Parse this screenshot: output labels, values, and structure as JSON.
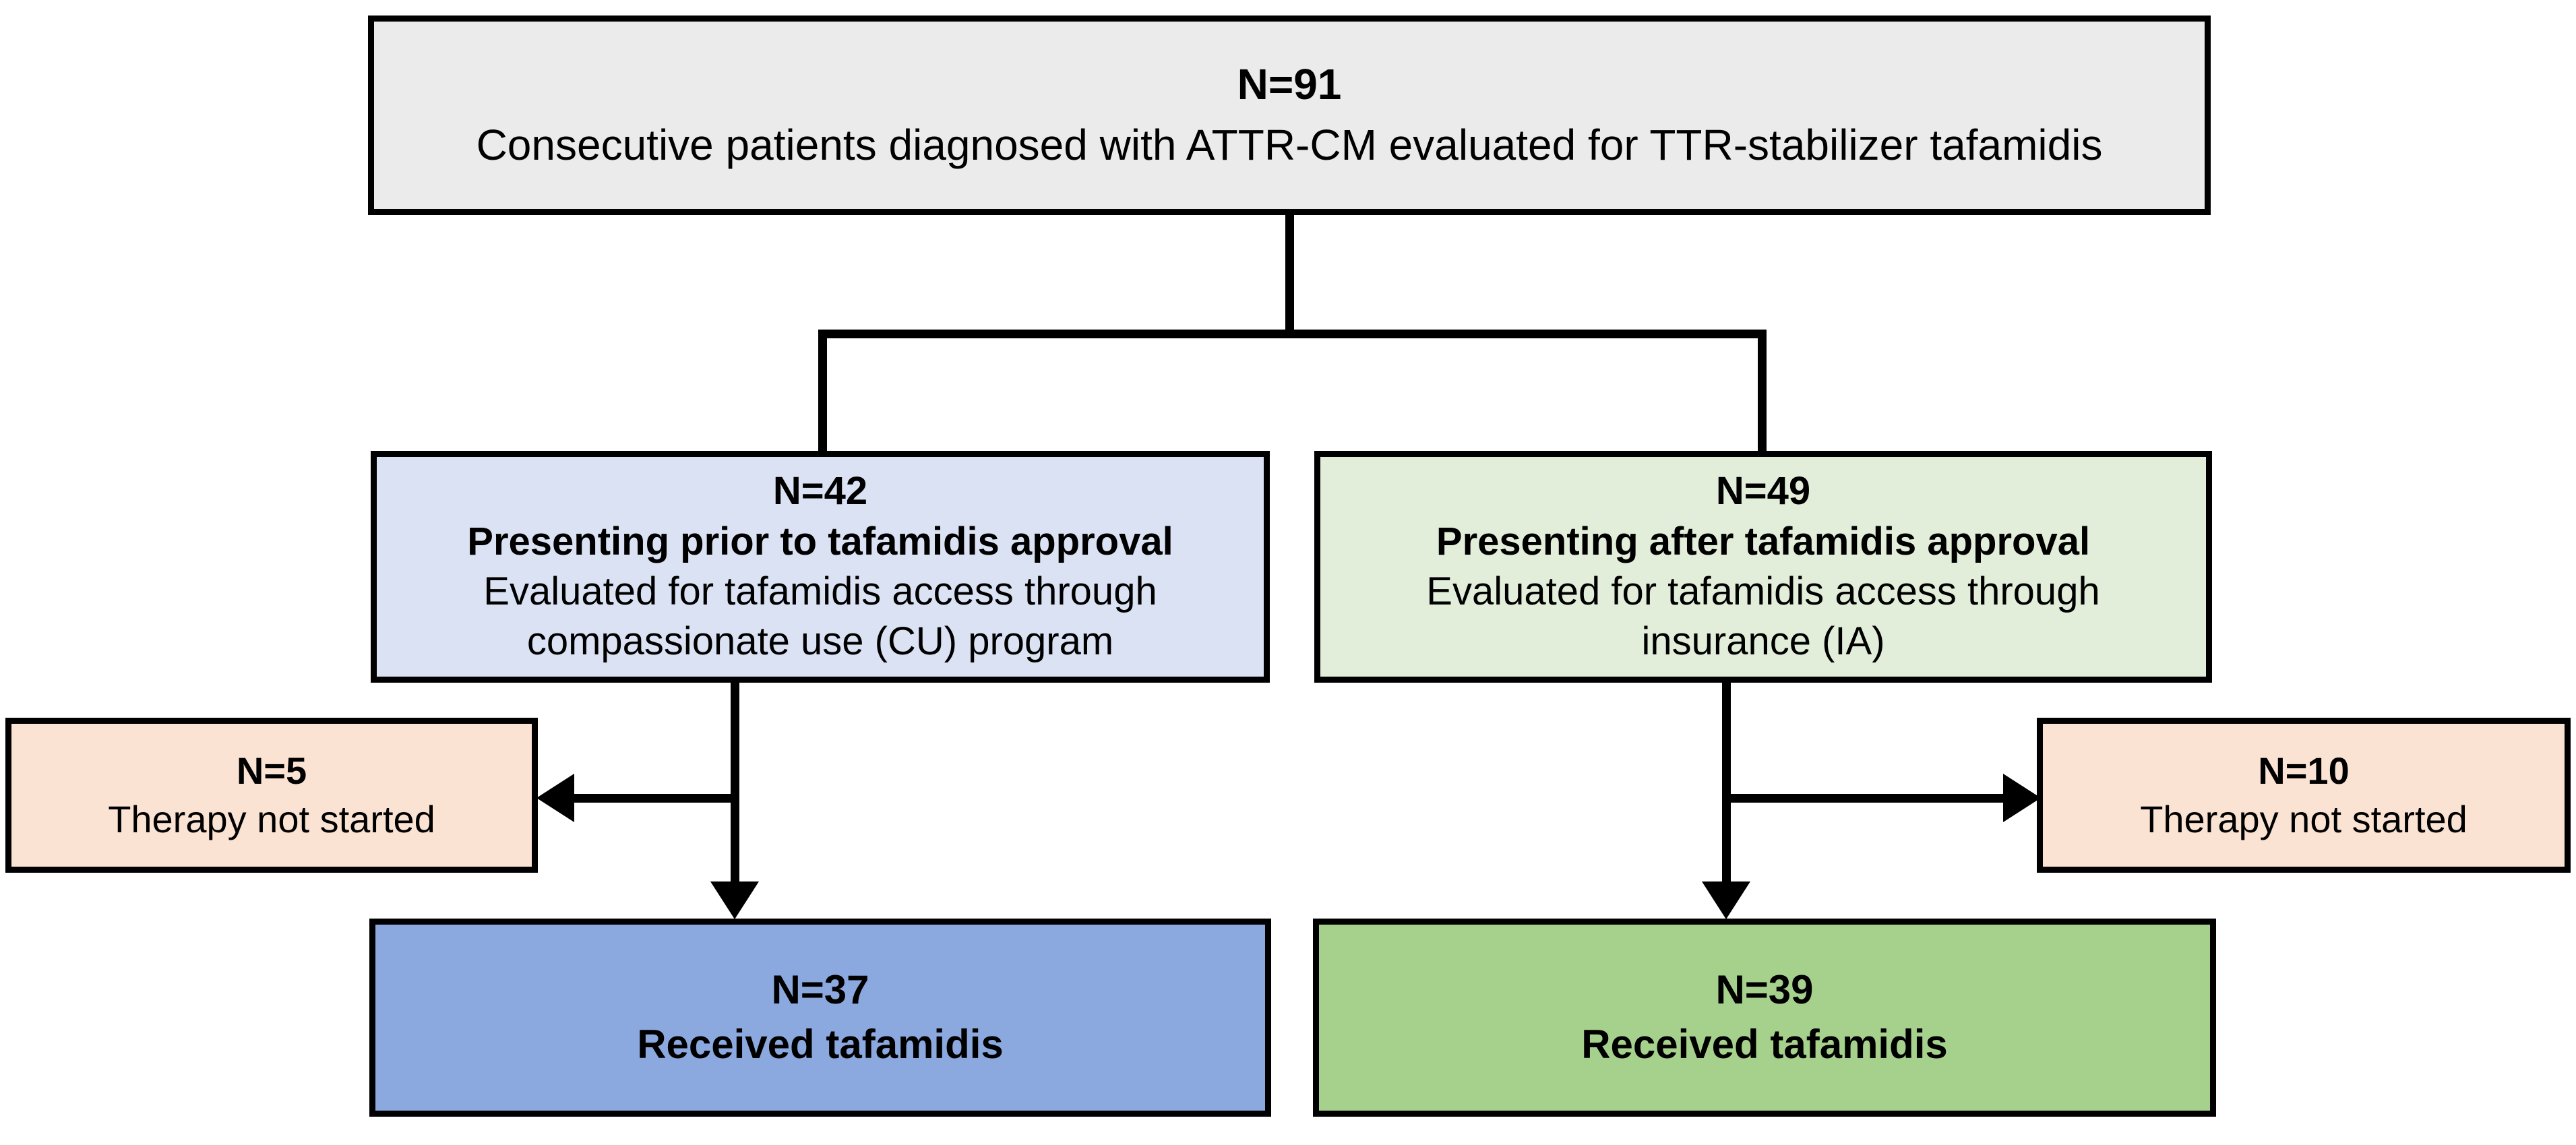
{
  "diagram": {
    "title": "ATTR-CM tafamidis access flow",
    "colors": {
      "cohort_fill": "#ebebeb",
      "prior_fill": "#dbe2f3",
      "after_fill": "#e2eeda",
      "not_started_fill": "#fbe3d4",
      "cu_received_fill": "#8ba8df",
      "ia_received_fill": "#a6d18c",
      "stroke": "#000000",
      "text": "#000000"
    },
    "nodes": {
      "cohort": {
        "count": "N=91",
        "description": "Consecutive patients diagnosed with ATTR-CM evaluated for TTR-stabilizer tafamidis"
      },
      "prior_approval": {
        "count": "N=42",
        "heading": "Presenting prior to tafamidis approval",
        "detail_line1": "Evaluated for tafamidis access through",
        "detail_line2": "compassionate use (CU) program"
      },
      "after_approval": {
        "count": "N=49",
        "heading": "Presenting after tafamidis approval",
        "detail_line1": "Evaluated for tafamidis access through",
        "detail_line2": "insurance (IA)"
      },
      "cu_not_started": {
        "count": "N=5",
        "label": "Therapy not started"
      },
      "ia_not_started": {
        "count": "N=10",
        "label": "Therapy not started"
      },
      "cu_received": {
        "count": "N=37",
        "label": "Received tafamidis"
      },
      "ia_received": {
        "count": "N=39",
        "label": "Received tafamidis"
      }
    },
    "connectors": [
      {
        "name": "cohort-to-split",
        "kind": "vertical-trunk"
      },
      {
        "name": "split-bar",
        "kind": "horizontal-bar"
      },
      {
        "name": "split-leg-prior",
        "kind": "vertical-leg"
      },
      {
        "name": "split-leg-after",
        "kind": "vertical-leg"
      },
      {
        "name": "cu-to-received",
        "kind": "arrow-down"
      },
      {
        "name": "cu-to-not-started",
        "kind": "arrow-left"
      },
      {
        "name": "ia-to-received",
        "kind": "arrow-down"
      },
      {
        "name": "ia-to-not-started",
        "kind": "arrow-right"
      }
    ]
  }
}
